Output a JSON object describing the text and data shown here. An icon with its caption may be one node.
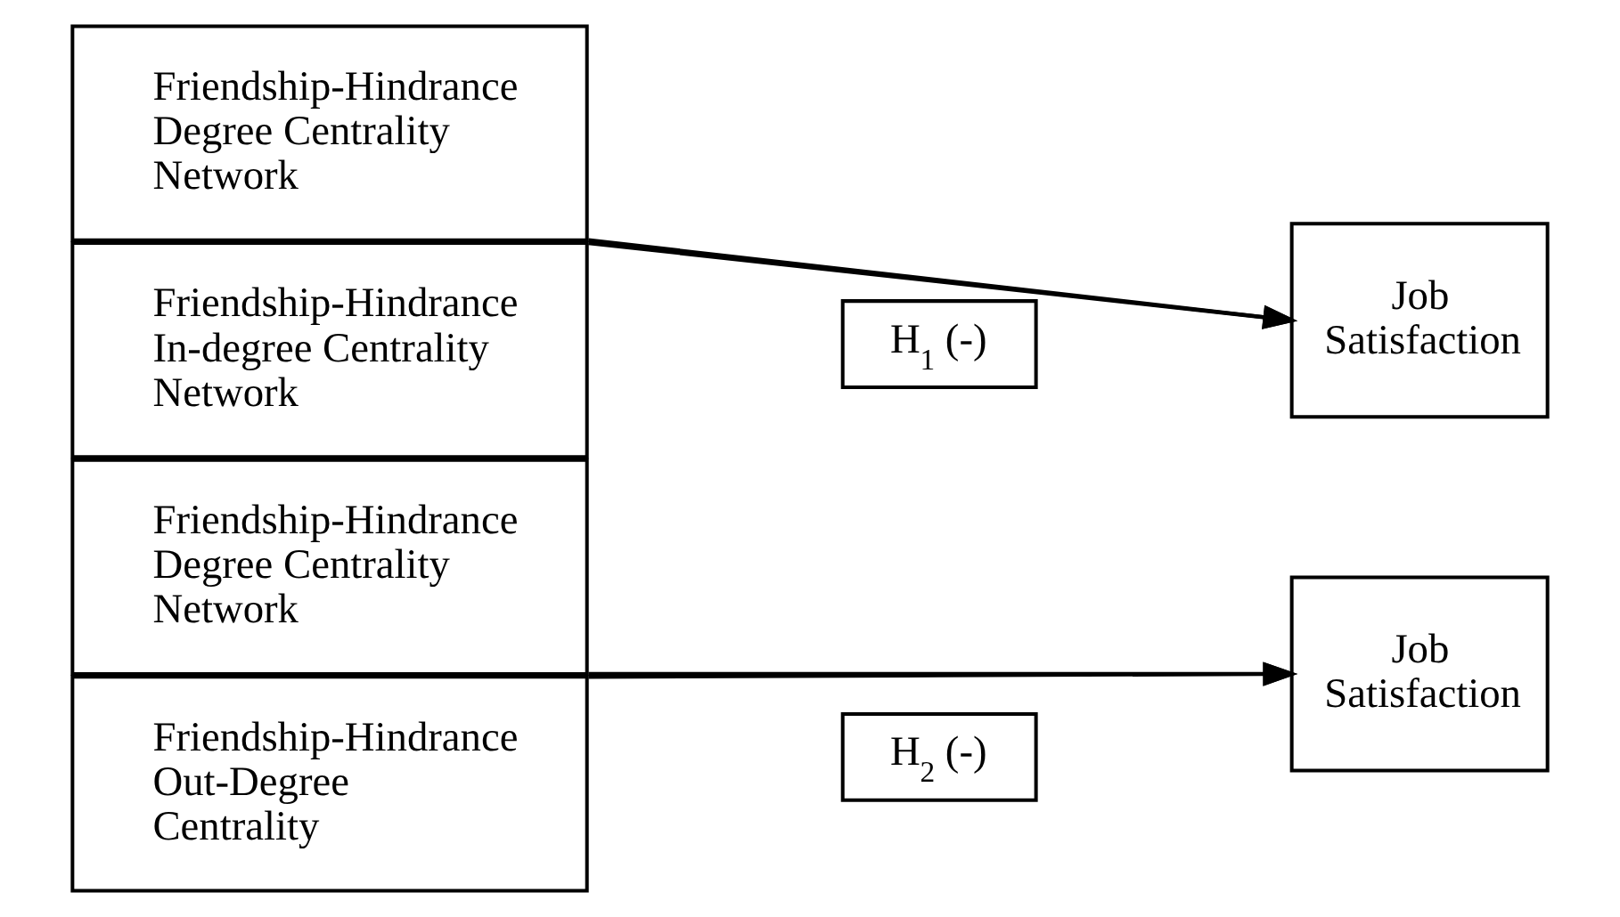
{
  "diagram": {
    "nodes": [
      {
        "text": [
          "Friendship-Hindrance Degree Centrality Network"
        ]
      },
      {
        "text": [
          "Friendship-Hindrance In-degree Centrality Network"
        ]
      },
      {
        "text": [
          "Job Satisfaction"
        ]
      },
      {
        "text": [
          "H$_{1}$ (-)"
        ]
      },
      {
        "text": [
          "Friendship-Hindrance Degree Centrality Network"
        ]
      },
      {
        "text": [
          "Friendship-Hindrance Out-Degree Centrality"
        ]
      },
      {
        "text": [
          "Job Satisfaction"
        ]
      },
      {
        "text": [
          "H$_{2}$ (-)"
        ]
      }
    ],
    "edges": [
      {
        "from": 0,
        "to": 2,
        "arrow": "to"
      },
      {
        "from": 1,
        "to": 2,
        "arrow": "to"
      },
      {
        "from": 4,
        "to": 6,
        "arrow": "to"
      },
      {
        "from": 5,
        "to": 6,
        "arrow": "to"
      }
    ]
  }
}
